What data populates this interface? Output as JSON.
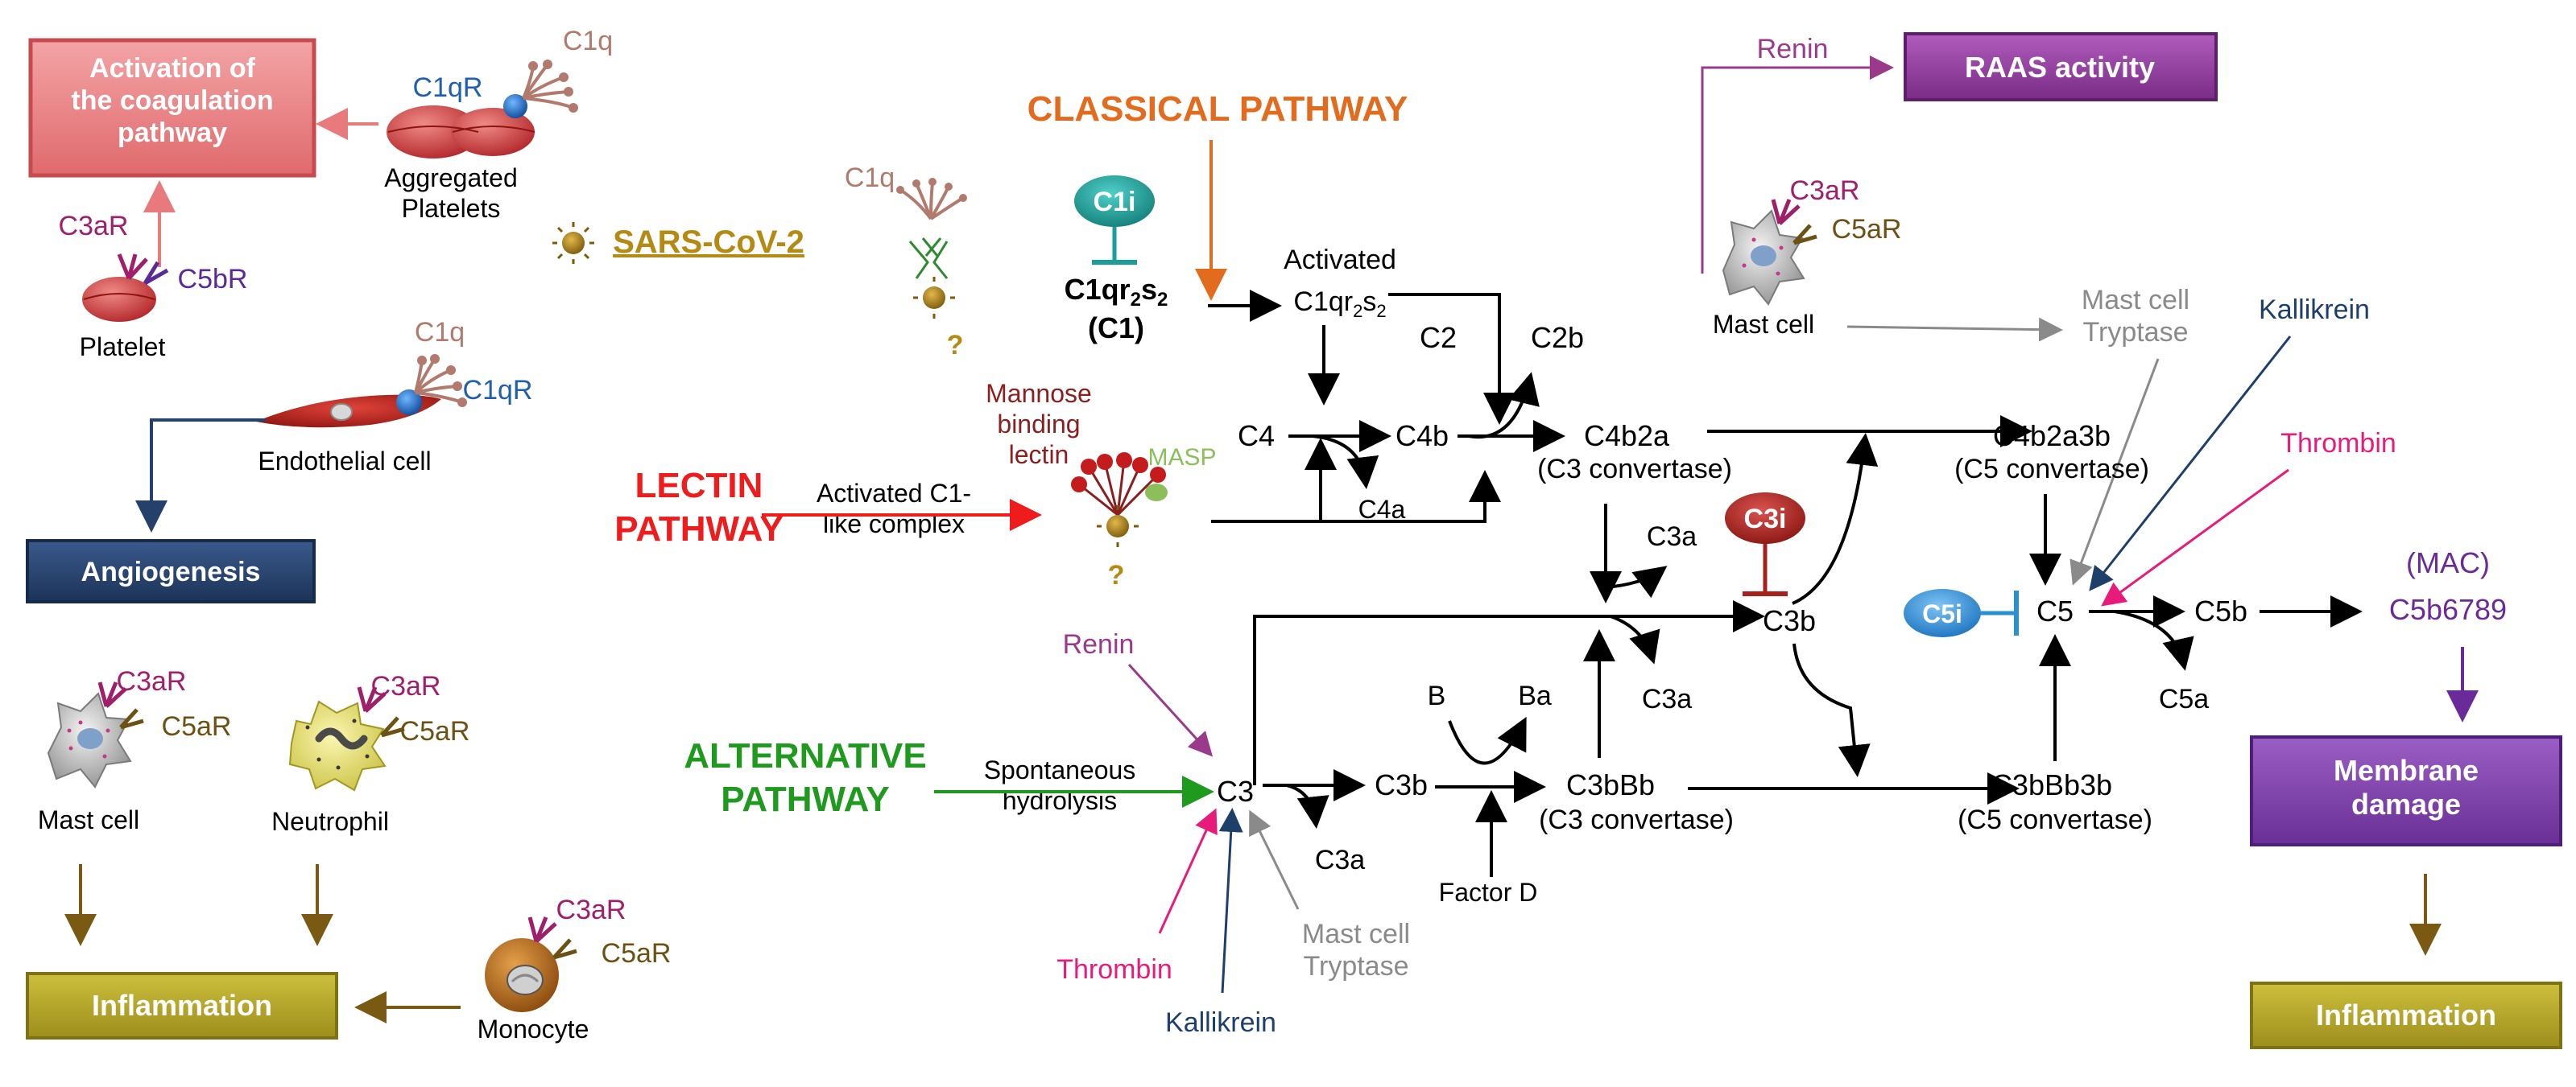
{
  "colors": {
    "coag_box": "#e8797c",
    "coag_dark": "#c94a4e",
    "angio_box": "#25406b",
    "inflam_box": "#b2a326",
    "inflam_dark": "#7d7316",
    "raas_box": "#8e3c99",
    "membrane_box": "#7a3fa6",
    "classical": "#e36b1d",
    "lectin": "#ee1c1c",
    "alternative": "#1f9a1f",
    "sars": "#b58a12",
    "c1q": "#b27a6d",
    "c1qR": "#1f5fad",
    "c3aR": "#a01f6a",
    "c5aR": "#6b5214",
    "c5bR": "#5b2a99",
    "renin": "#9a3a8a",
    "thrombin": "#e81b7a",
    "kallikrein": "#1f3f6b",
    "tryptase": "#8a8a8a",
    "mbl": "#8b1e1e",
    "masp": "#8cbf5a",
    "c1i": "#1a9e98",
    "c3i": "#a8201c",
    "c5i": "#2b8fd6",
    "mac": "#6a2a99",
    "arrow_brown": "#7a5a12"
  },
  "left": {
    "coag_box": "Activation of\nthe coagulation\npathway",
    "c1q_top": "C1q",
    "c1qr_top": "C1qR",
    "aggregated_platelets": "Aggregated\nPlatelets",
    "platelet_c3ar": "C3aR",
    "platelet_c5br": "C5bR",
    "platelet": "Platelet",
    "c1q_endo": "C1q",
    "c1qr_endo": "C1qR",
    "endothelial_cell": "Endothelial cell",
    "angio_box": "Angiogenesis",
    "mast_c3ar": "C3aR",
    "mast_c5ar": "C5aR",
    "mast_cell": "Mast cell",
    "neut_c3ar": "C3aR",
    "neut_c5ar": "C5aR",
    "neutrophil": "Neutrophil",
    "mono_c3ar": "C3aR",
    "mono_c5ar": "C5aR",
    "monocyte": "Monocyte",
    "inflam_box": "Inflammation"
  },
  "center": {
    "sars": "SARS-CoV-2",
    "c1q": "C1q",
    "q1": "?",
    "classical": "CLASSICAL PATHWAY",
    "c1i": "C1i",
    "c1qr2s2_a": "C1qr",
    "c1qr2s2_sub1": "2",
    "c1qr2s2_b": "s",
    "c1qr2s2_sub2": "2",
    "c1_label": "(C1)",
    "activated": "Activated",
    "c1qr2s2_act_a": "C1qr",
    "c1qr2s2_act_sub1": "2",
    "c1qr2s2_act_b": "s",
    "c1qr2s2_act_sub2": "2",
    "mannose": "Mannose\nbinding\nlectin",
    "masp": "MASP",
    "q2": "?",
    "lectin": "LECTIN\nPATHWAY",
    "activated_c1like": "Activated C1-\nlike complex",
    "c2": "C2",
    "c2b": "C2b",
    "c4": "C4",
    "c4b": "C4b",
    "c4a": "C4a",
    "c4b2a": "C4b2a",
    "c3conv1": "(C3 convertase)",
    "c3a_1": "C3a",
    "c3i": "C3i",
    "c3b_center": "C3b",
    "c3a_2": "C3a",
    "renin_c3": "Renin",
    "alternative": "ALTERNATIVE\nPATHWAY",
    "spontaneous": "Spontaneous\nhydrolysis",
    "c3": "C3",
    "c3b_alt": "C3b",
    "c3a_alt": "C3a",
    "b": "B",
    "ba": "Ba",
    "c3bbb": "C3bBb",
    "c3conv2": "(C3 convertase)",
    "factor_d": "Factor D",
    "thrombin_c3": "Thrombin",
    "kallikrein_c3": "Kallikrein",
    "tryptase_c3": "Mast cell\nTryptase"
  },
  "right": {
    "renin_top": "Renin",
    "raas_box": "RAAS activity",
    "mast_c3ar": "C3aR",
    "mast_c5ar": "C5aR",
    "mast_cell": "Mast cell",
    "tryptase": "Mast cell\nTryptase",
    "kallikrein": "Kallikrein",
    "thrombin": "Thrombin",
    "c4b2a3b": "C4b2a3b",
    "c5conv1": "(C5 convertase)",
    "c5i": "C5i",
    "c5": "C5",
    "c5b": "C5b",
    "c5a": "C5a",
    "mac": "(MAC)",
    "c5b6789": "C5b6789",
    "c3bbb3b": "C3bBb3b",
    "c5conv2": "(C5 convertase)",
    "membrane_box": "Membrane\ndamage",
    "inflam_box": "Inflammation"
  }
}
